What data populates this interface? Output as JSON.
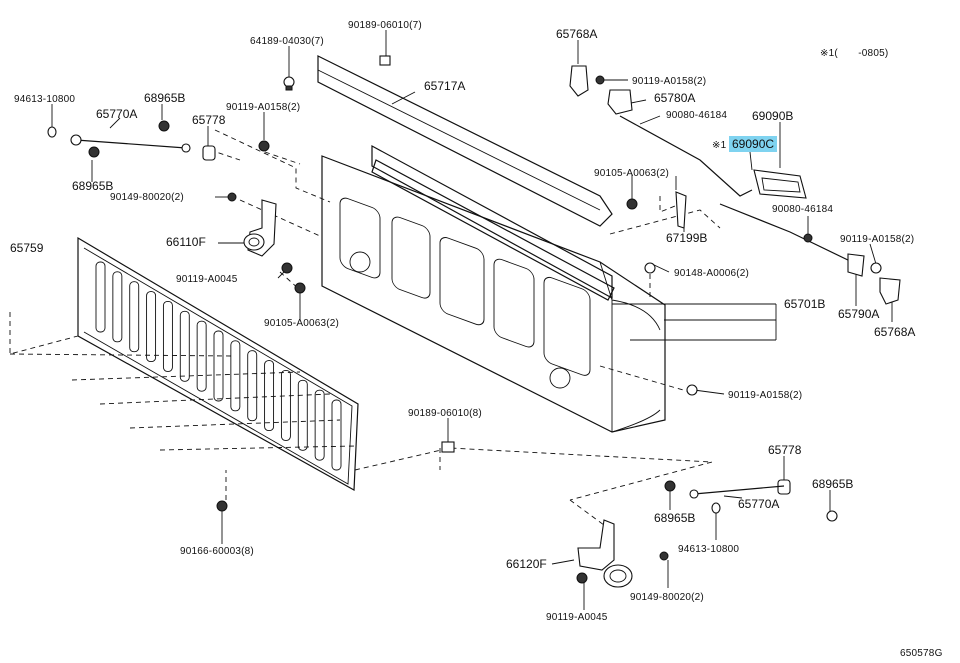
{
  "diagram": {
    "note": "※1(　　-0805)",
    "code": "650578G",
    "highlighted_part": "69090C",
    "labels": {
      "l_90189_06010_7": "90189-06010(7)",
      "l_64189_04030_7": "64189-04030(7)",
      "l_65717A": "65717A",
      "l_94613_10800_a": "94613-10800",
      "l_68965B_a": "68965B",
      "l_65770A_a": "65770A",
      "l_65778_a": "65778",
      "l_90119_A0158_2_a": "90119-A0158(2)",
      "l_68965B_b": "68965B",
      "l_90149_80020_2_a": "90149-80020(2)",
      "l_65759": "65759",
      "l_66110F": "66110F",
      "l_90119_A0045_a": "90119-A0045",
      "l_90105_A0063_2_a": "90105-A0063(2)",
      "l_65768A_top": "65768A",
      "l_90119_A0158_2_b": "90119-A0158(2)",
      "l_65780A": "65780A",
      "l_90080_46184_a": "90080-46184",
      "l_69090B": "69090B",
      "l_mark1": "※1",
      "l_69090C": "69090C",
      "l_90105_A0063_2_b": "90105-A0063(2)",
      "l_90080_46184_b": "90080-46184",
      "l_67199B": "67199B",
      "l_90119_A0158_2_c": "90119-A0158(2)",
      "l_90148_A0006_2": "90148-A0006(2)",
      "l_65701B": "65701B",
      "l_65790A": "65790A",
      "l_65768A_bot": "65768A",
      "l_90119_A0158_2_d": "90119-A0158(2)",
      "l_90189_06010_8": "90189-06010(8)",
      "l_65778_b": "65778",
      "l_68965B_c": "68965B",
      "l_68965B_d": "68965B",
      "l_65770A_b": "65770A",
      "l_94613_10800_b": "94613-10800",
      "l_90166_60003_8": "90166-60003(8)",
      "l_66120F": "66120F",
      "l_90149_80020_2_b": "90149-80020(2)",
      "l_90119_A0045_b": "90119-A0045"
    }
  }
}
